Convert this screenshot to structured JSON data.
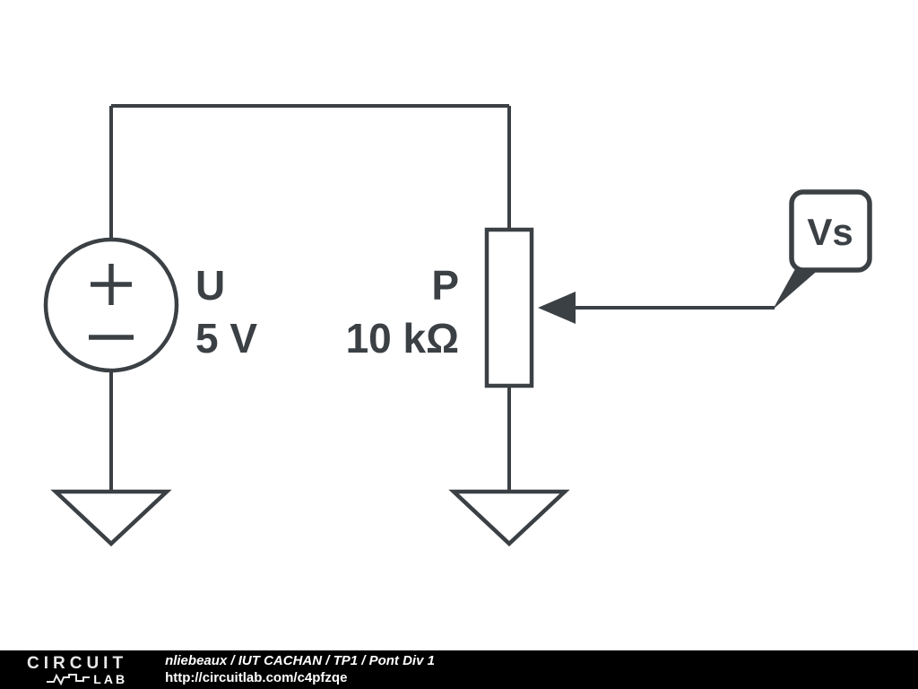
{
  "schematic": {
    "voltage_source": {
      "name": "U",
      "value": "5 V"
    },
    "potentiometer": {
      "name": "P",
      "value": "10 kΩ"
    },
    "probe": {
      "label": "Vs"
    }
  },
  "footer": {
    "logo_line1": "CIRCUIT",
    "logo_line2": "LAB",
    "title": "nliebeaux / IUT CACHAN / TP1 / Pont Div 1",
    "url": "http://circuitlab.com/c4pfzqe"
  },
  "colors": {
    "stroke": "#3b4045",
    "footer_bg": "#000000",
    "footer_text": "#ffffff"
  }
}
